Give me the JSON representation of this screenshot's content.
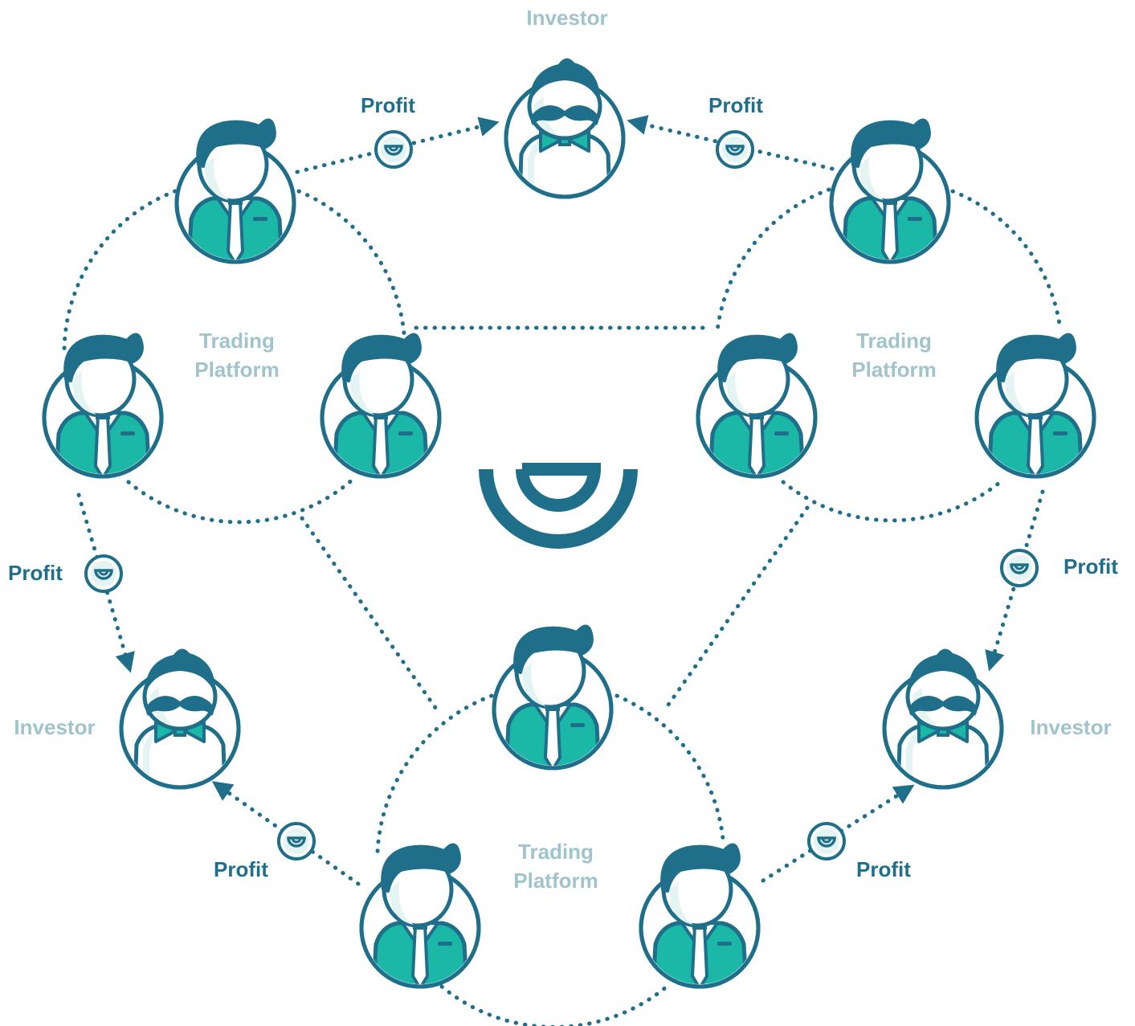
{
  "colors": {
    "dark": "#1f6f8b",
    "teal": "#1bb8a8",
    "light_label": "#9fc4cb",
    "pale": "#e3f4f3",
    "white": "#ffffff"
  },
  "labels": {
    "investor": "Investor",
    "profit": "Profit",
    "trading": "Trading",
    "platform": "Platform"
  },
  "icons": {
    "center_logo": "smile-logo-icon",
    "coin": "smile-coin-icon",
    "trader": "trader-avatar-icon",
    "investor": "investor-avatar-icon"
  }
}
